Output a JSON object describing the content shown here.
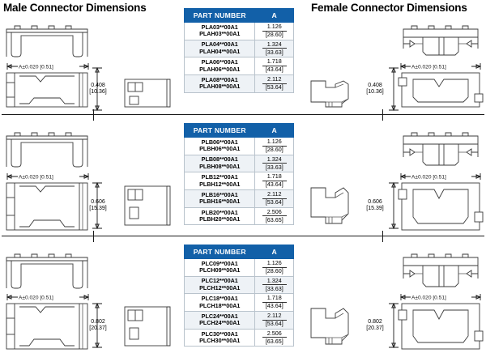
{
  "headings": {
    "male": "Male Connector Dimensions",
    "female": "Female Connector Dimensions"
  },
  "table_headers": {
    "part_number": "PART NUMBER",
    "a": "A"
  },
  "sections": [
    {
      "id": "section-a",
      "height_label_inch": "0.408",
      "height_label_mm": "[10.36]",
      "width_dim": "A±0.020 [0.51]",
      "rows": [
        {
          "pn1": "PLA03**00A1",
          "pn2": "PLAH03**00A1",
          "inch": "1.126",
          "mm": "[28.60]"
        },
        {
          "pn1": "PLA04**00A1",
          "pn2": "PLAH04**00A1",
          "inch": "1.324",
          "mm": "[33.63]"
        },
        {
          "pn1": "PLA06**00A1",
          "pn2": "PLAH06**00A1",
          "inch": "1.718",
          "mm": "[43.64]"
        },
        {
          "pn1": "PLA08**00A1",
          "pn2": "PLAH08**00A1",
          "inch": "2.112",
          "mm": "[53.64]"
        }
      ]
    },
    {
      "id": "section-b",
      "height_label_inch": "0.606",
      "height_label_mm": "[15.39]",
      "width_dim": "A±0.020 [0.51]",
      "rows": [
        {
          "pn1": "PLB06**00A1",
          "pn2": "PLBH06**00A1",
          "inch": "1.126",
          "mm": "[28.60]"
        },
        {
          "pn1": "PLB08**00A1",
          "pn2": "PLBH08**00A1",
          "inch": "1.324",
          "mm": "[33.63]"
        },
        {
          "pn1": "PLB12**00A1",
          "pn2": "PLBH12**00A1",
          "inch": "1.718",
          "mm": "[43.64]"
        },
        {
          "pn1": "PLB16**00A1",
          "pn2": "PLBH16**00A1",
          "inch": "2.112",
          "mm": "[53.64]"
        },
        {
          "pn1": "PLB20**00A1",
          "pn2": "PLBH20**00A1",
          "inch": "2.506",
          "mm": "[63.65]"
        }
      ]
    },
    {
      "id": "section-c",
      "height_label_inch": "0.802",
      "height_label_mm": "[20.37]",
      "width_dim": "A±0.020 [0.51]",
      "rows": [
        {
          "pn1": "PLC09**00A1",
          "pn2": "PLCH09**00A1",
          "inch": "1.126",
          "mm": "[28.60]"
        },
        {
          "pn1": "PLC12**00A1",
          "pn2": "PLCH12**00A1",
          "inch": "1.324",
          "mm": "[33.63]"
        },
        {
          "pn1": "PLC18**00A1",
          "pn2": "PLCH18**00A1",
          "inch": "1.718",
          "mm": "[43.64]"
        },
        {
          "pn1": "PLC24**00A1",
          "pn2": "PLCH24**00A1",
          "inch": "2.112",
          "mm": "[53.64]"
        },
        {
          "pn1": "PLC30**00A1",
          "pn2": "PLCH30**00A1",
          "inch": "2.506",
          "mm": "[63.65]"
        }
      ]
    }
  ],
  "colors": {
    "header_blue": "#1260a8",
    "alt_row": "#eef2f6",
    "line": "#3a3a3a"
  }
}
